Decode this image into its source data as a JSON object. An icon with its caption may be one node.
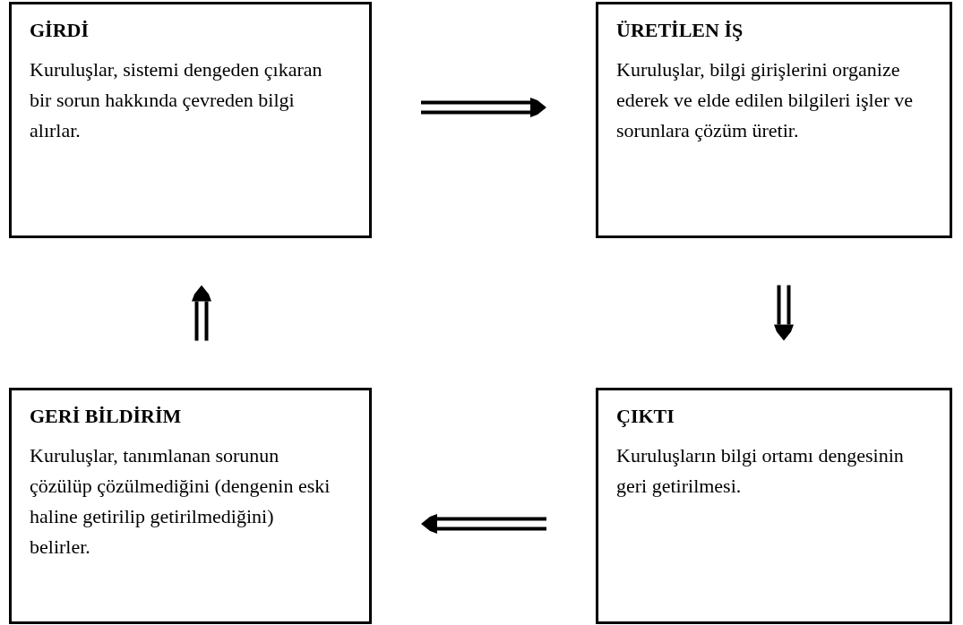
{
  "diagram": {
    "nodes": [
      {
        "text": [
          "GİRDİ",
          "Kuruluşlar, sistemi dengeden çıkaran bir sorun hakkında çevreden bilgi alırlar."
        ]
      },
      {
        "text": [
          "ÜRETİLEN İŞ",
          "Kuruluşlar, bilgi girişlerini organize ederek ve elde edilen bilgileri işler ve sorunlara çözüm üretir."
        ]
      },
      {
        "text": [
          "GERİ BİLDİRİM",
          "Kuruluşlar, tanımlanan sorunun çözülüp çözülmediğini (dengenin eski haline getirilip getirilmediğini) belirler."
        ]
      },
      {
        "text": [
          "ÇIKTI",
          "Kuruluşların bilgi ortamı dengesinin geri getirilmesi."
        ]
      }
    ],
    "edges": [
      {
        "from": 0,
        "to": 1,
        "arrow": "to"
      },
      {
        "from": 1,
        "to": 3,
        "arrow": "to"
      },
      {
        "from": 3,
        "to": 2,
        "arrow": "to"
      },
      {
        "from": 2,
        "to": 0,
        "arrow": "to"
      }
    ]
  }
}
